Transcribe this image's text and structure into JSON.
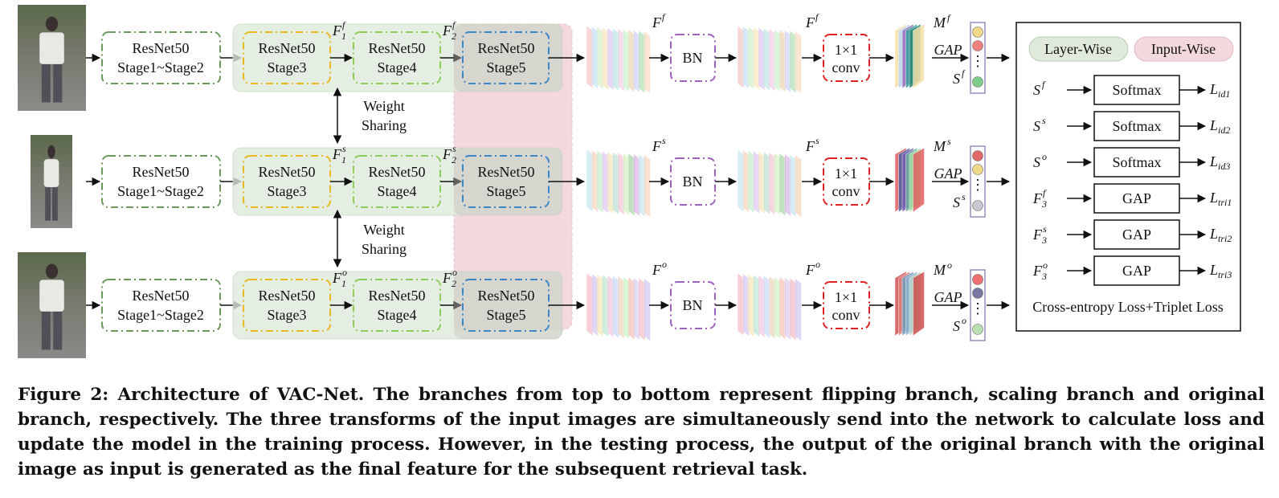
{
  "blocks": {
    "resnet": "ResNet50",
    "stage12": "Stage1~Stage2",
    "stage3": "Stage3",
    "stage4": "Stage4",
    "stage5": "Stage5",
    "bn": "BN",
    "conv_top": "1×1",
    "conv_bottom": "conv",
    "weight": "Weight",
    "sharing": "Sharing",
    "gap": "GAP",
    "dots": "⋮"
  },
  "branches": [
    {
      "id": "flip",
      "F1": "F",
      "F1_sub": "1",
      "F1_sup": "f",
      "F2_sub": "2",
      "F2_sup": "f",
      "F3_sup": "f",
      "F4_sup": "f",
      "M_sup": "f",
      "S_sup": "f",
      "circles": [
        "#f2d98a",
        "#f08080",
        "#7dcc8a"
      ]
    },
    {
      "id": "scale",
      "F1": "F",
      "F1_sub": "1",
      "F1_sup": "s",
      "F2_sub": "2",
      "F2_sup": "s",
      "F3_sup": "s",
      "F4_sup": "s",
      "M_sup": "s",
      "S_sup": "s",
      "circles": [
        "#e06a6a",
        "#f2d98a",
        "#c8c8d4"
      ]
    },
    {
      "id": "orig",
      "F1": "F",
      "F1_sub": "1",
      "F1_sup": "o",
      "F2_sub": "2",
      "F2_sup": "o",
      "F3_sup": "o",
      "F4_sup": "o",
      "M_sup": "o",
      "S_sup": "o",
      "circles": [
        "#f07070",
        "#7878a0",
        "#b8e0b0"
      ]
    }
  ],
  "legend": {
    "layer_wise": "Layer-Wise",
    "input_wise": "Input-Wise",
    "rows": [
      {
        "in_base": "S",
        "in_sup": "f",
        "in_sub": "",
        "op": "Softmax",
        "out_base": "L",
        "out_sub": "id1"
      },
      {
        "in_base": "S",
        "in_sup": "s",
        "in_sub": "",
        "op": "Softmax",
        "out_base": "L",
        "out_sub": "id2"
      },
      {
        "in_base": "S",
        "in_sup": "o",
        "in_sub": "",
        "op": "Softmax",
        "out_base": "L",
        "out_sub": "id3"
      },
      {
        "in_base": "F",
        "in_sup": "f",
        "in_sub": "3",
        "op": "GAP",
        "out_base": "L",
        "out_sub": "tri1"
      },
      {
        "in_base": "F",
        "in_sup": "s",
        "in_sub": "3",
        "op": "GAP",
        "out_base": "L",
        "out_sub": "tri2"
      },
      {
        "in_base": "F",
        "in_sup": "o",
        "in_sub": "3",
        "op": "GAP",
        "out_base": "L",
        "out_sub": "tri3"
      }
    ],
    "loss_caption": "Cross-entropy Loss+Triplet Loss"
  },
  "colors": {
    "layer_wise_fill": "#dfeadb",
    "input_wise_fill": "#f3d9dd",
    "stage12_border": "#6a9a5a",
    "stage3_border": "#e8b820",
    "stage4_border": "#8ccc5a",
    "stage5_border": "#3a86c8",
    "bn_border": "#a060c0",
    "conv_border": "#e02020",
    "legend_box_border": "#9090c0"
  },
  "caption": "Figure 2: Architecture of VAC-Net. The branches from top to bottom represent flipping branch, scaling branch and original branch, respectively. The three transforms of the input images are simultaneously send into the network to calculate loss and update the model in the training process. However, in the testing process, the output of the original branch with the original image as input is generated as the final feature for the subsequent retrieval task."
}
